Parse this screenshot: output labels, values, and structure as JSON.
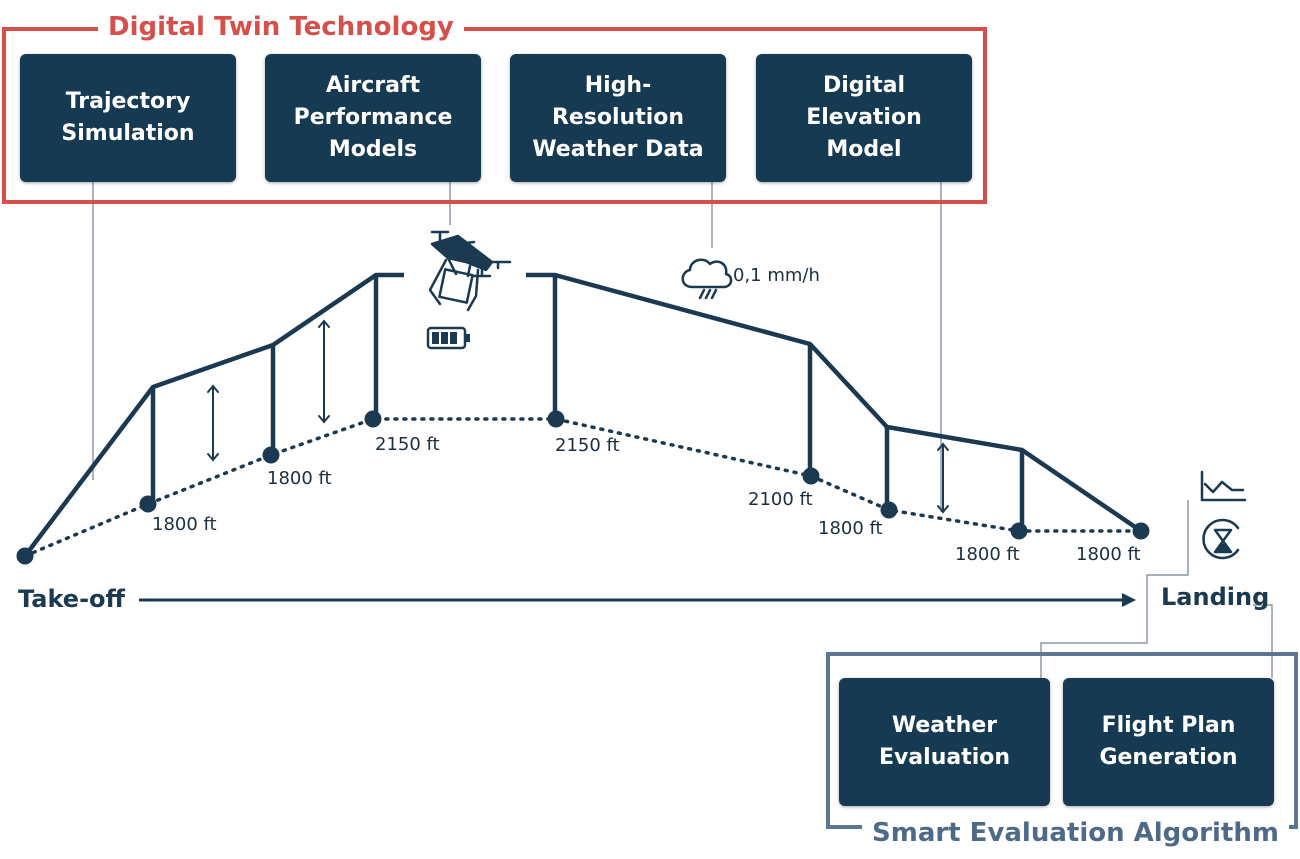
{
  "digital_twin": {
    "title": "Digital Twin Technology",
    "boxes": [
      "Trajectory\nSimulation",
      "Aircraft\nPerformance\nModels",
      "High-\nResolution\nWeather Data",
      "Digital\nElevation\nModel"
    ]
  },
  "smart_evaluation": {
    "title": "Smart Evaluation Algorithm",
    "boxes": [
      "Weather\nEvaluation",
      "Flight Plan\nGeneration"
    ]
  },
  "profile": {
    "altitude_labels": [
      "1800 ft",
      "1800 ft",
      "2150 ft",
      "2150 ft",
      "2100 ft",
      "1800 ft",
      "1800 ft",
      "1800 ft"
    ],
    "takeoff_label": "Take-off",
    "landing_label": "Landing",
    "weather_value": "0,1 mm/h"
  },
  "icons": [
    "drone-icon",
    "battery-icon",
    "rain-cloud-icon",
    "chart-icon",
    "hourglass-icon"
  ],
  "colors": {
    "navy": "#173a53",
    "red": "#d5504a",
    "steel": "#5b7694"
  }
}
